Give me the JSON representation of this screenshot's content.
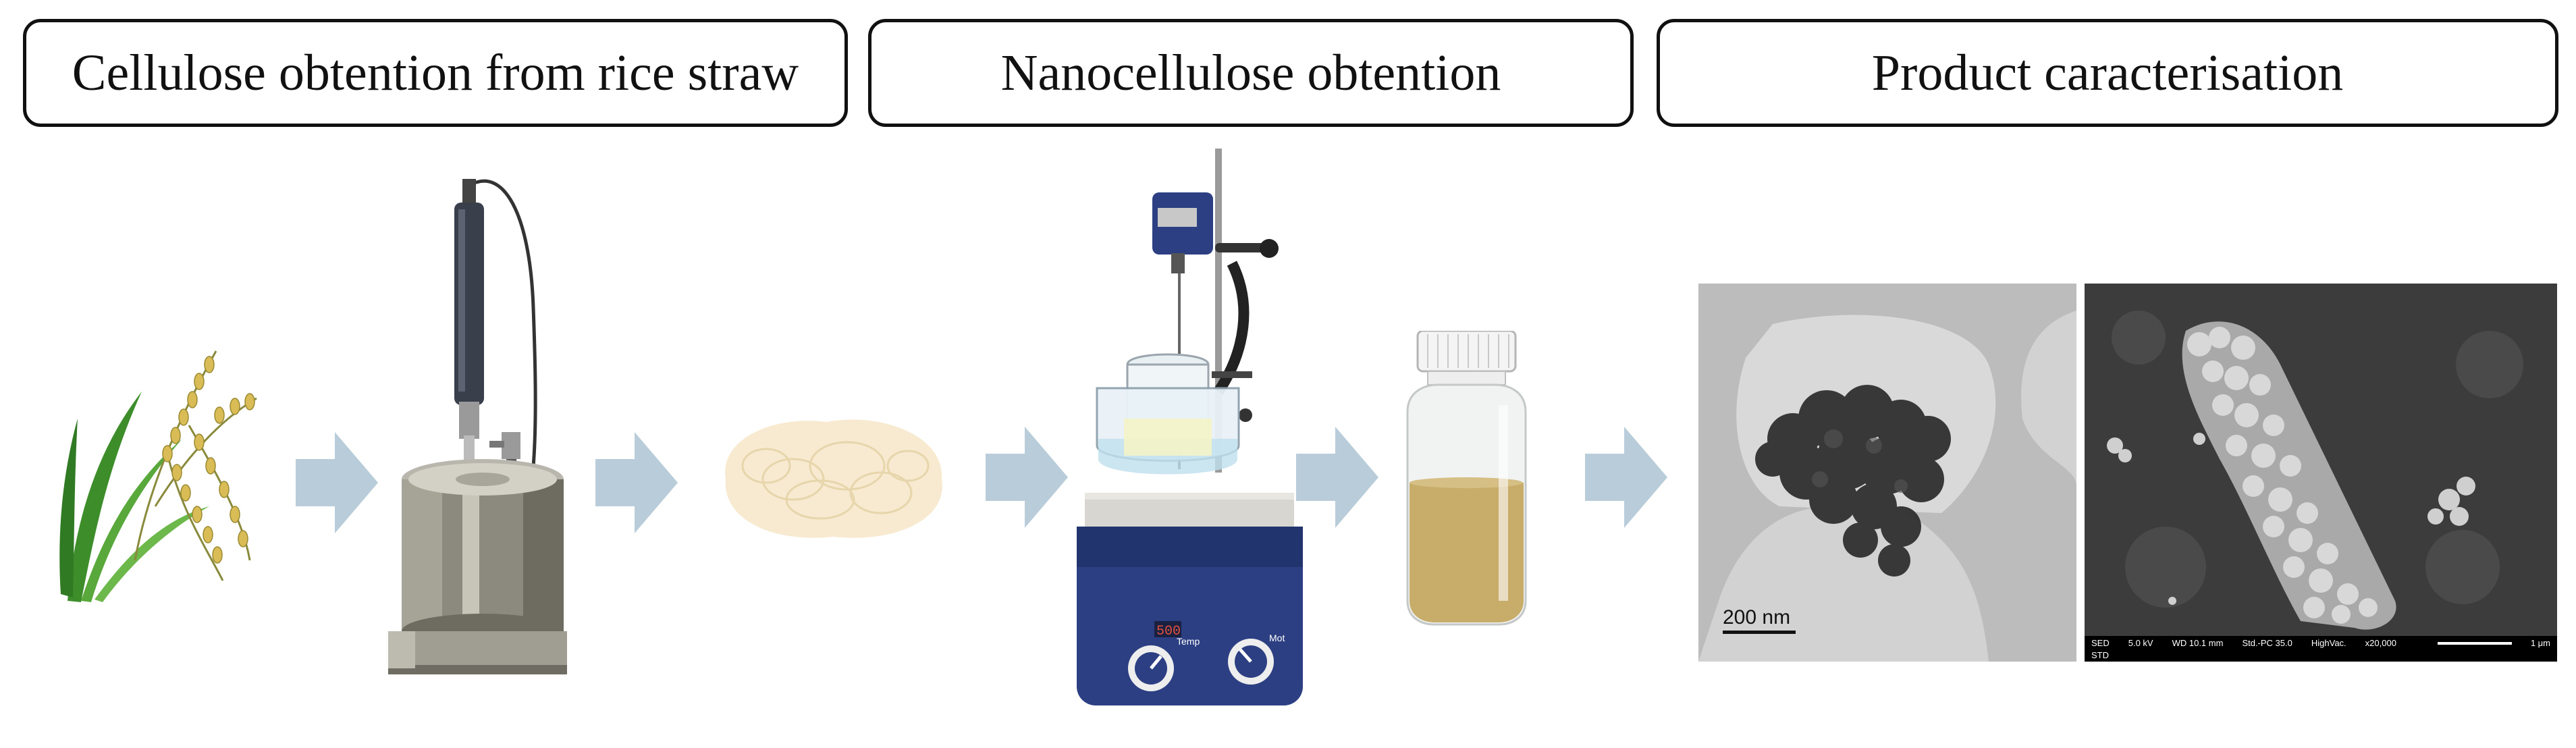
{
  "steps": [
    {
      "title": "Cellulose obtention from rice straw"
    },
    {
      "title": "Nanocellulose obtention"
    },
    {
      "title": "Product caracterisation"
    }
  ],
  "colors": {
    "arrow": "#b8cdd9",
    "stirrer_base": "#2c3f82",
    "suspension": "#c8ad6a",
    "cellulose_fluff": "#f7ead0",
    "rice_leaf": "#3f8f2a",
    "rice_grain": "#d9bc55"
  },
  "icons": [
    "rice-plant-icon",
    "ultrasonic-homogenizer-icon",
    "cellulose-fibers-icon",
    "hotplate-stirrer-icon",
    "suspension-bottle-icon"
  ],
  "stirrer": {
    "display": "500",
    "knob_left_label": "Temp",
    "knob_right_label": "Mot"
  },
  "tem_image": {
    "scale_bar": "200 nm"
  },
  "sem_image": {
    "info_row1": [
      "SED",
      "5.0 kV",
      "WD 10.1 mm",
      "Std.-PC 35.0",
      "HighVac.",
      "x20,000"
    ],
    "info_row2": "STD",
    "scale_bar": "1 μm"
  }
}
